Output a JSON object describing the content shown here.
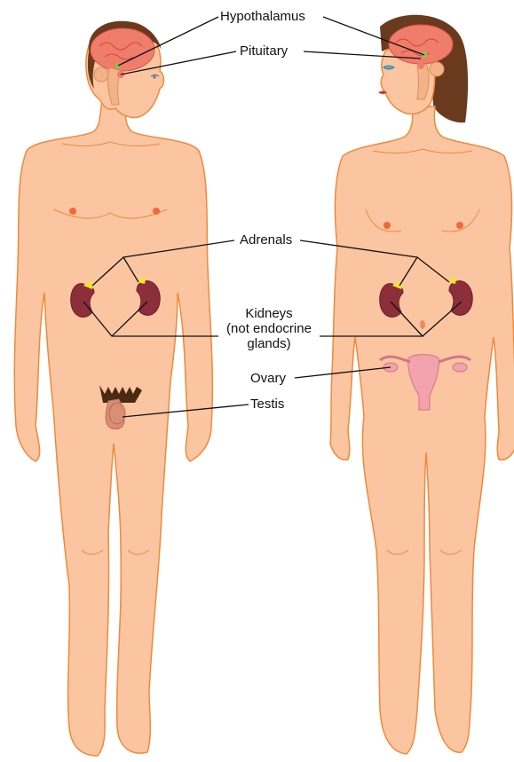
{
  "labels": {
    "hypothalamus": "Hypothalamus",
    "pituitary": "Pituitary",
    "adrenals": "Adrenals",
    "kidneys_line1": "Kidneys",
    "kidneys_line2": "(not endocrine",
    "kidneys_line3": "glands)",
    "ovary": "Ovary",
    "testis": "Testis"
  },
  "colors": {
    "skin": "#fbc5a1",
    "skin_outline": "#ee8a3a",
    "brain": "#f07d6b",
    "hair": "#6a3a1e",
    "kidney": "#8c2f3a",
    "adrenal": "#f4e23a",
    "gland_dot": "#7fd23a",
    "uterus": "#f2a3ae",
    "nipple": "#ef6a3a",
    "leader_line": "#111111"
  }
}
